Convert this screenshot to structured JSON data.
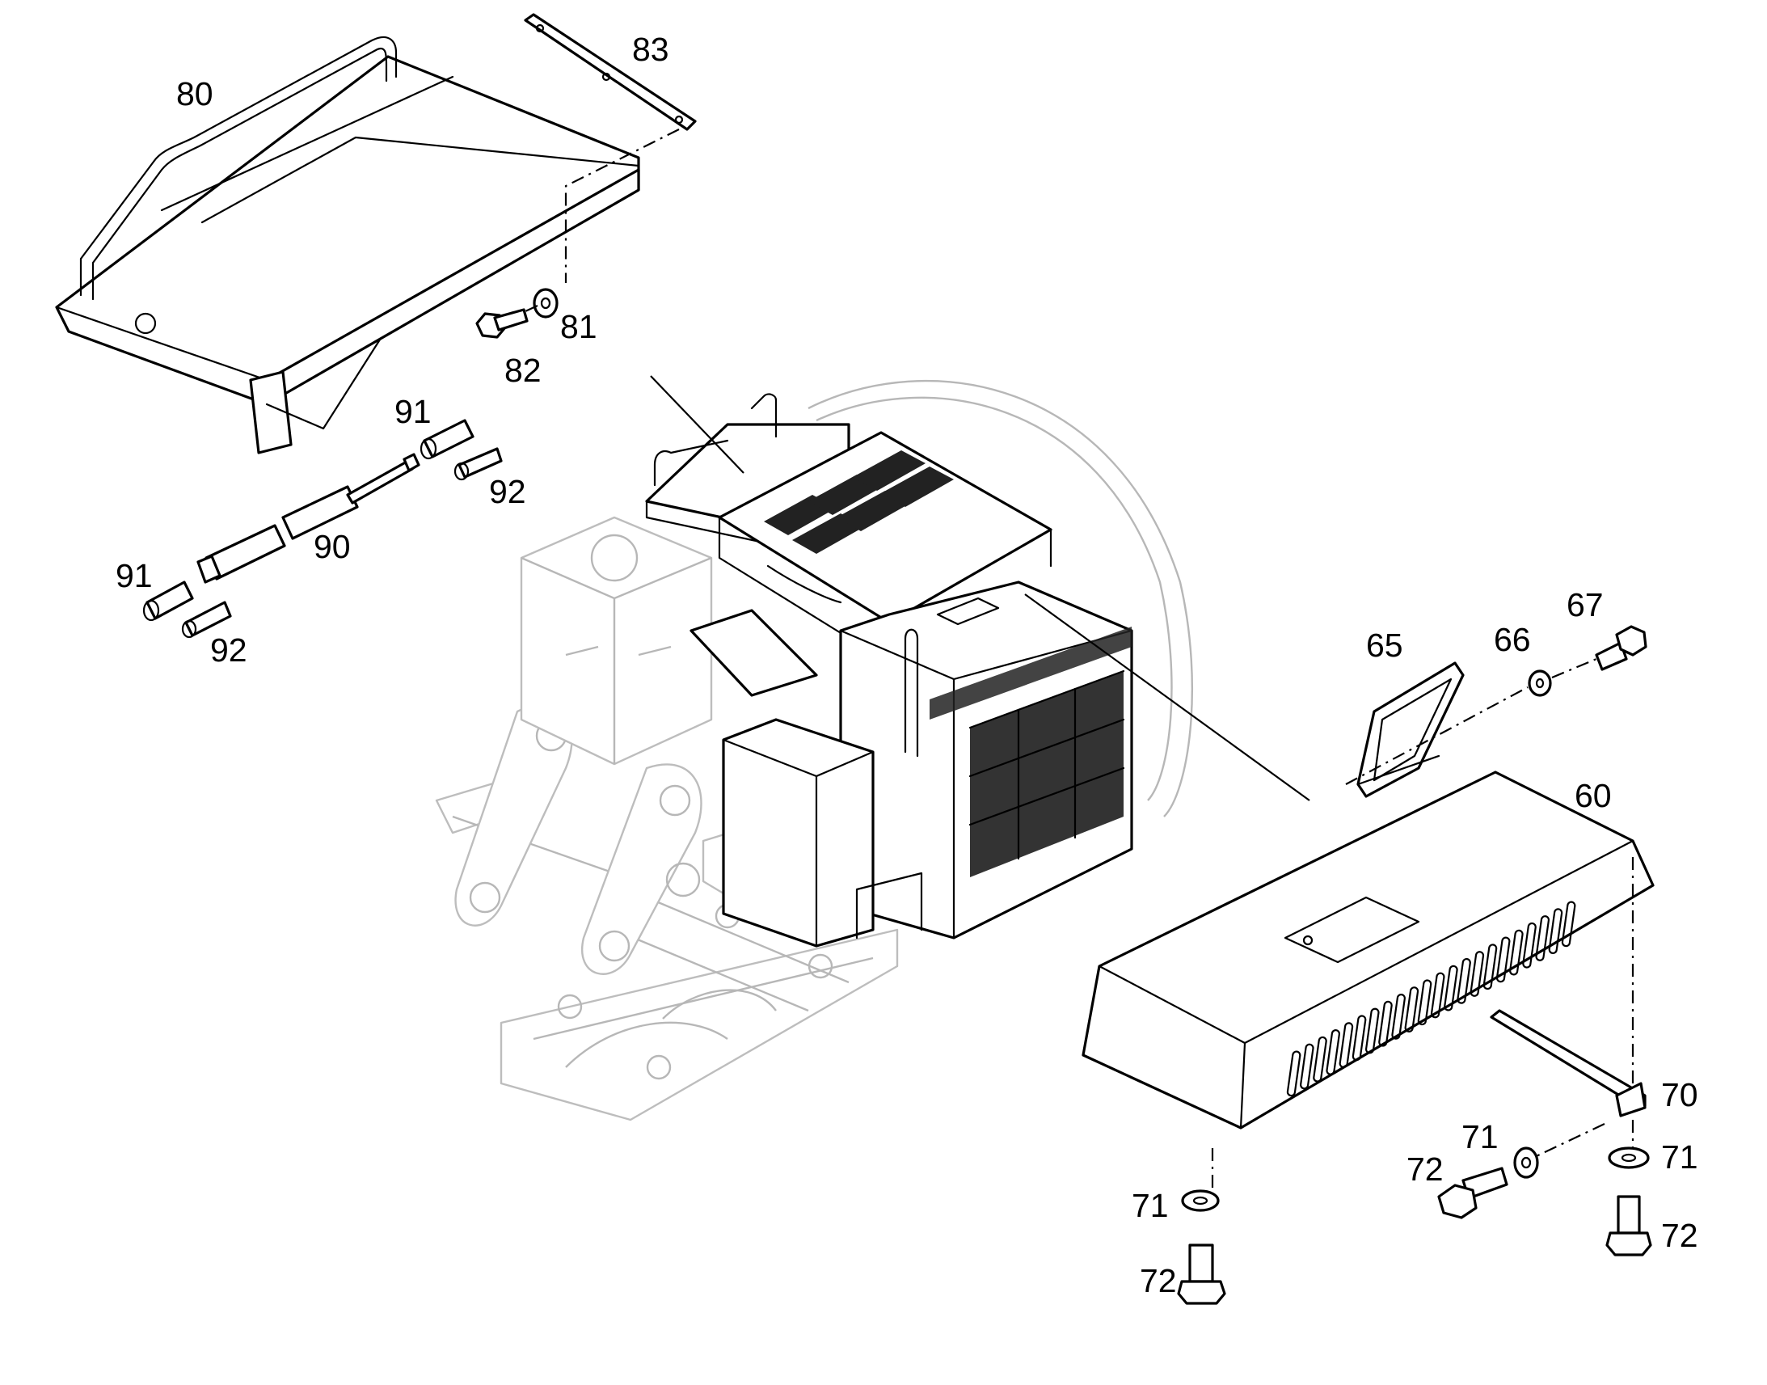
{
  "diagram": {
    "callouts": {
      "c80": "80",
      "c83": "83",
      "c81": "81",
      "c82": "82",
      "c91a": "91",
      "c92a": "92",
      "c90": "90",
      "c91b": "91",
      "c92b": "92",
      "c65": "65",
      "c66": "66",
      "c67": "67",
      "c60": "60",
      "c70": "70",
      "c71a": "71",
      "c72a": "72",
      "c71b": "71",
      "c71c": "71",
      "c72b": "72",
      "c72c": "72"
    }
  }
}
